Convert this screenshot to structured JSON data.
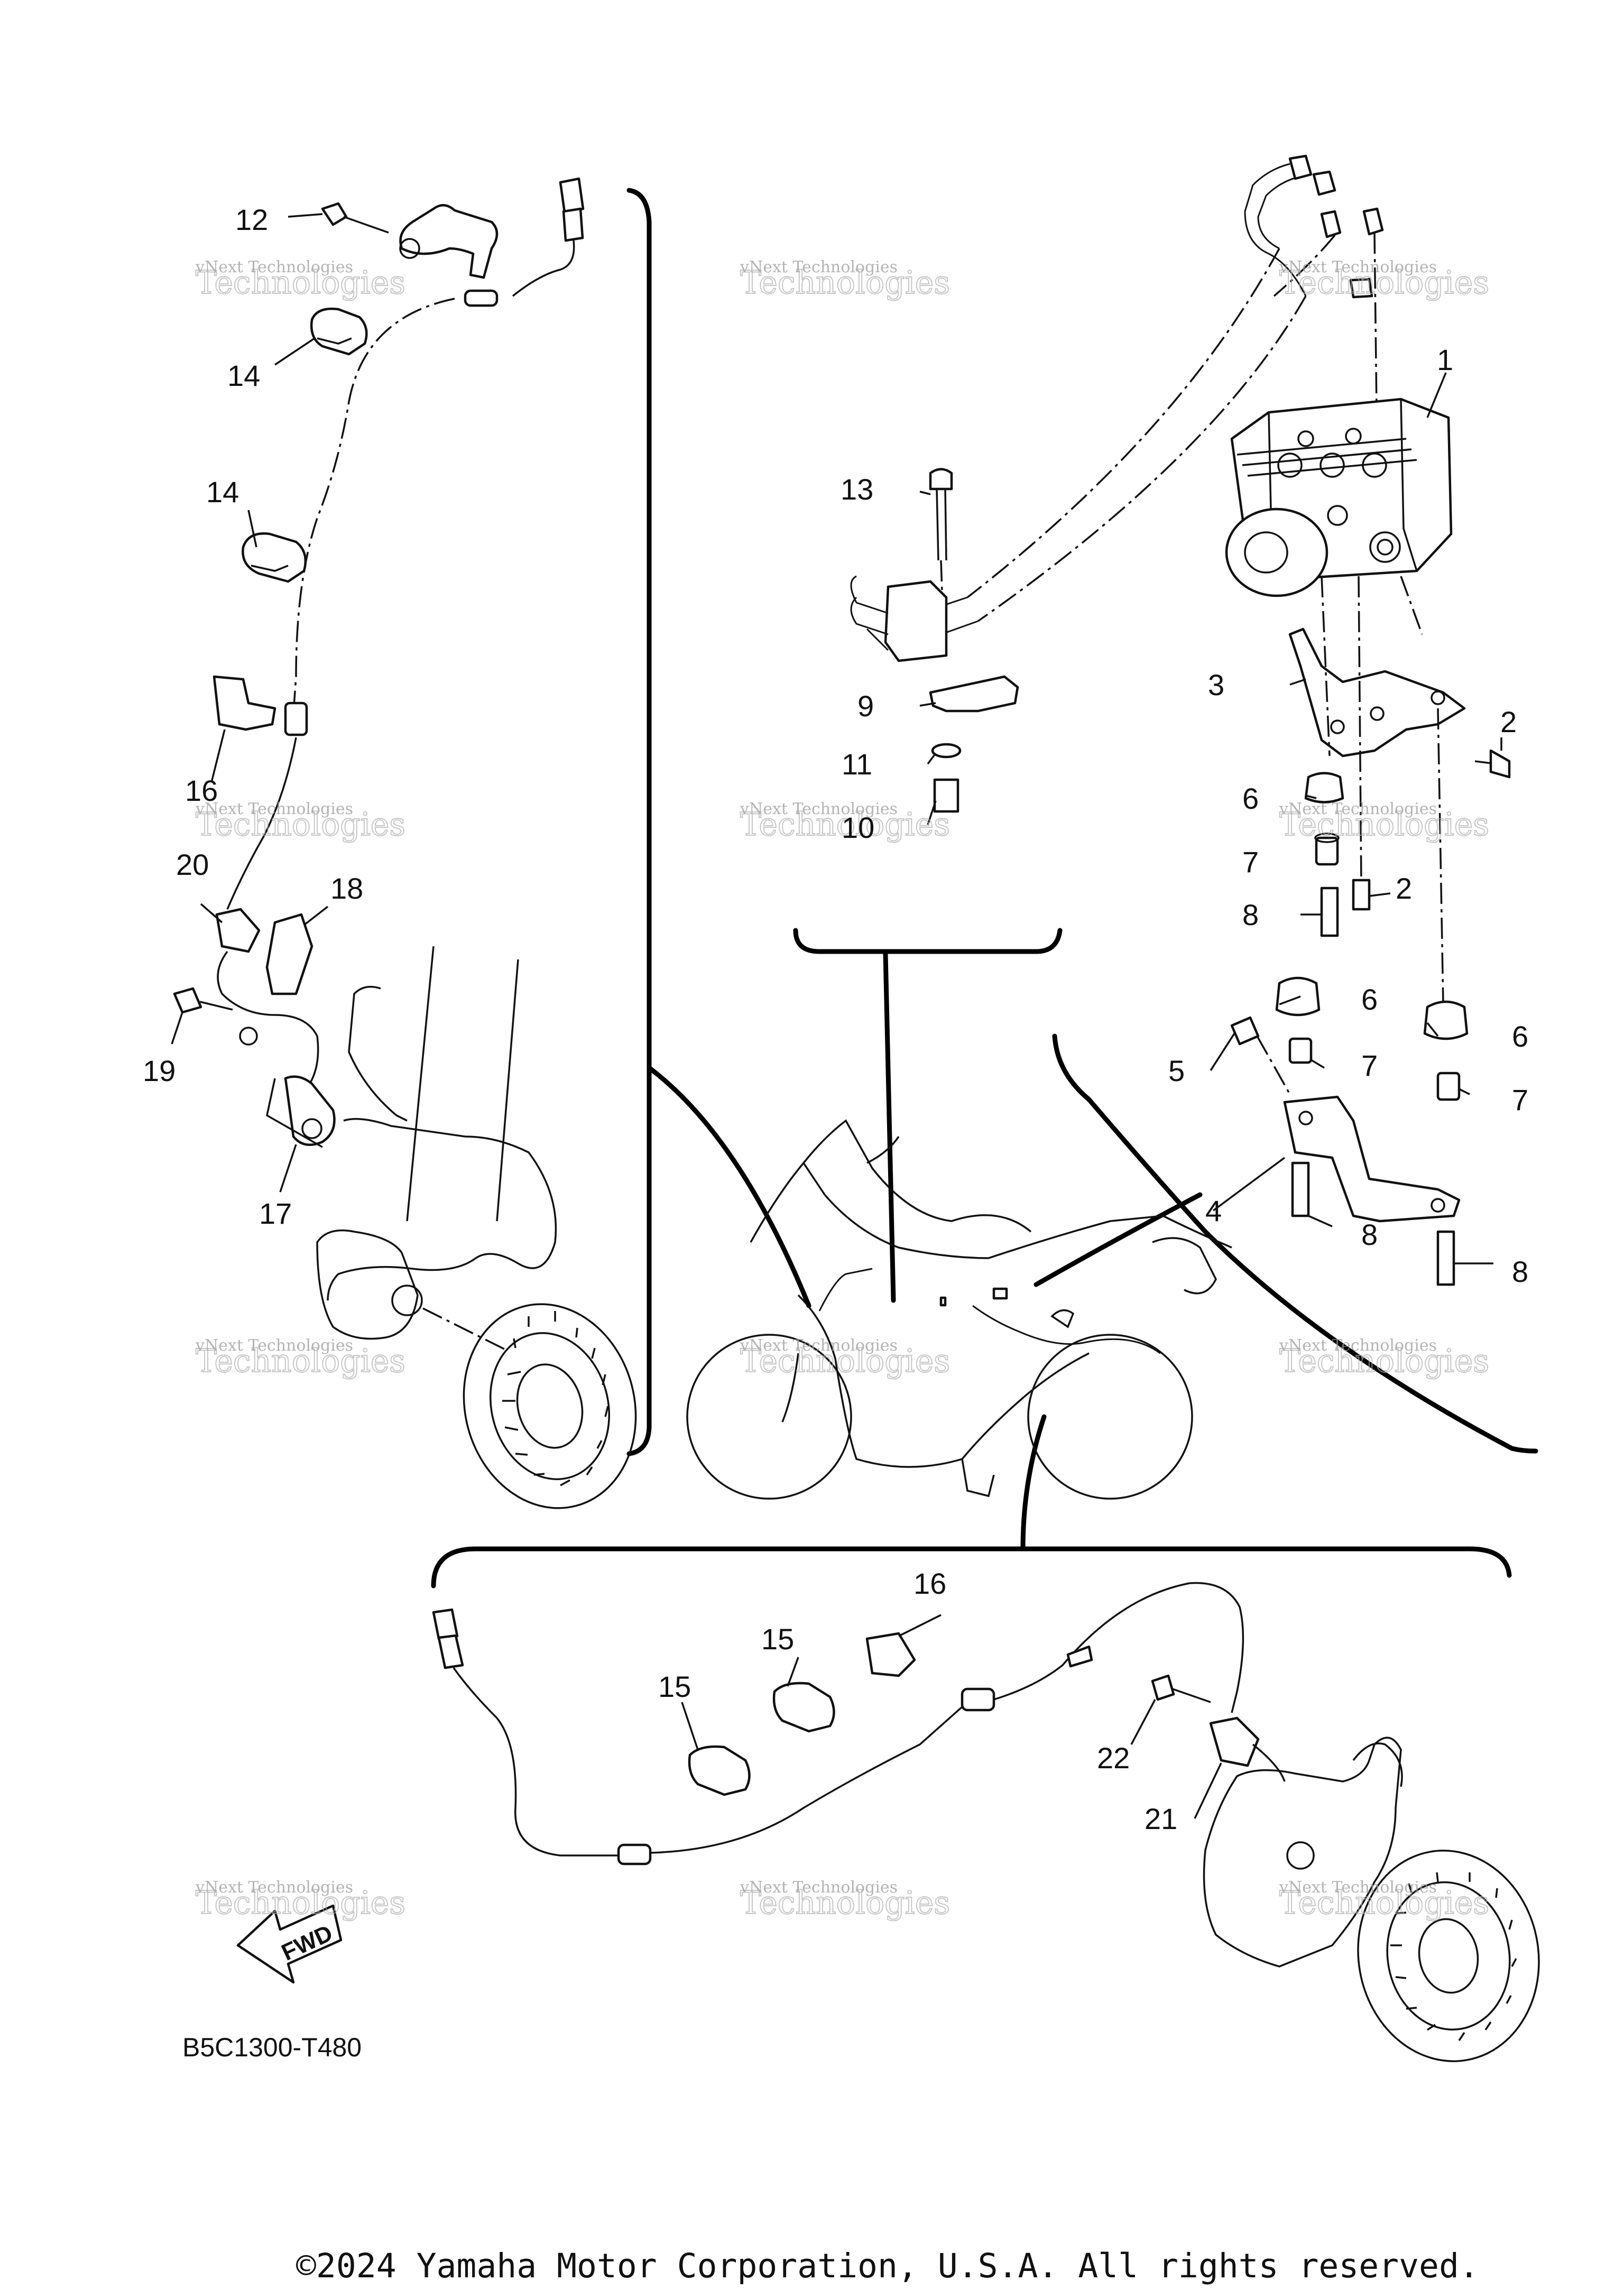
{
  "diagram_code": "B5C1300-T480",
  "copyright": "©2024 Yamaha Motor Corporation, U.S.A. All rights reserved.",
  "fwd_label": "FWD",
  "watermark": {
    "line1": "vNext Technologies",
    "line2": "Technologies"
  },
  "callouts": [
    {
      "id": "c1",
      "label": "1"
    },
    {
      "id": "c2a",
      "label": "2"
    },
    {
      "id": "c2b",
      "label": "2"
    },
    {
      "id": "c3",
      "label": "3"
    },
    {
      "id": "c4",
      "label": "4"
    },
    {
      "id": "c5",
      "label": "5"
    },
    {
      "id": "c6a",
      "label": "6"
    },
    {
      "id": "c6b",
      "label": "6"
    },
    {
      "id": "c6c",
      "label": "6"
    },
    {
      "id": "c7a",
      "label": "7"
    },
    {
      "id": "c7b",
      "label": "7"
    },
    {
      "id": "c7c",
      "label": "7"
    },
    {
      "id": "c8a",
      "label": "8"
    },
    {
      "id": "c8b",
      "label": "8"
    },
    {
      "id": "c8c",
      "label": "8"
    },
    {
      "id": "c9",
      "label": "9"
    },
    {
      "id": "c10",
      "label": "10"
    },
    {
      "id": "c11",
      "label": "11"
    },
    {
      "id": "c12",
      "label": "12"
    },
    {
      "id": "c13",
      "label": "13"
    },
    {
      "id": "c14a",
      "label": "14"
    },
    {
      "id": "c14b",
      "label": "14"
    },
    {
      "id": "c15a",
      "label": "15"
    },
    {
      "id": "c15b",
      "label": "15"
    },
    {
      "id": "c16a",
      "label": "16"
    },
    {
      "id": "c16b",
      "label": "16"
    },
    {
      "id": "c17",
      "label": "17"
    },
    {
      "id": "c18",
      "label": "18"
    },
    {
      "id": "c19",
      "label": "19"
    },
    {
      "id": "c20",
      "label": "20"
    },
    {
      "id": "c21",
      "label": "21"
    },
    {
      "id": "c22",
      "label": "22"
    }
  ]
}
